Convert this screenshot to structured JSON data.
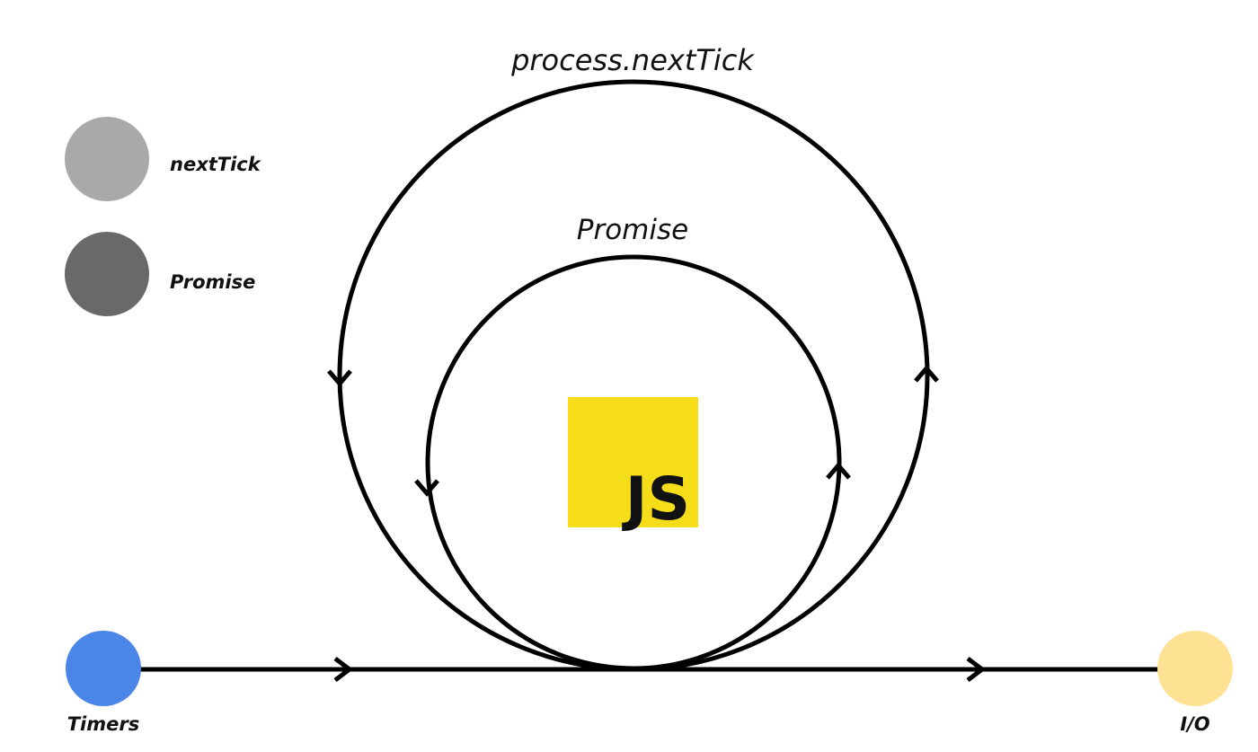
{
  "legend": {
    "items": [
      {
        "label": "nextTick",
        "color": "#a9a9a9"
      },
      {
        "label": "Promise",
        "color": "#696969"
      }
    ]
  },
  "loops": {
    "outer_label": "process.nextTick",
    "inner_label": "Promise"
  },
  "timeline": {
    "start_label": "Timers",
    "start_color": "#4a86e8",
    "end_label": "I/O",
    "end_color": "#fde293"
  },
  "logo": {
    "text": "JS",
    "color": "#f5de19"
  }
}
